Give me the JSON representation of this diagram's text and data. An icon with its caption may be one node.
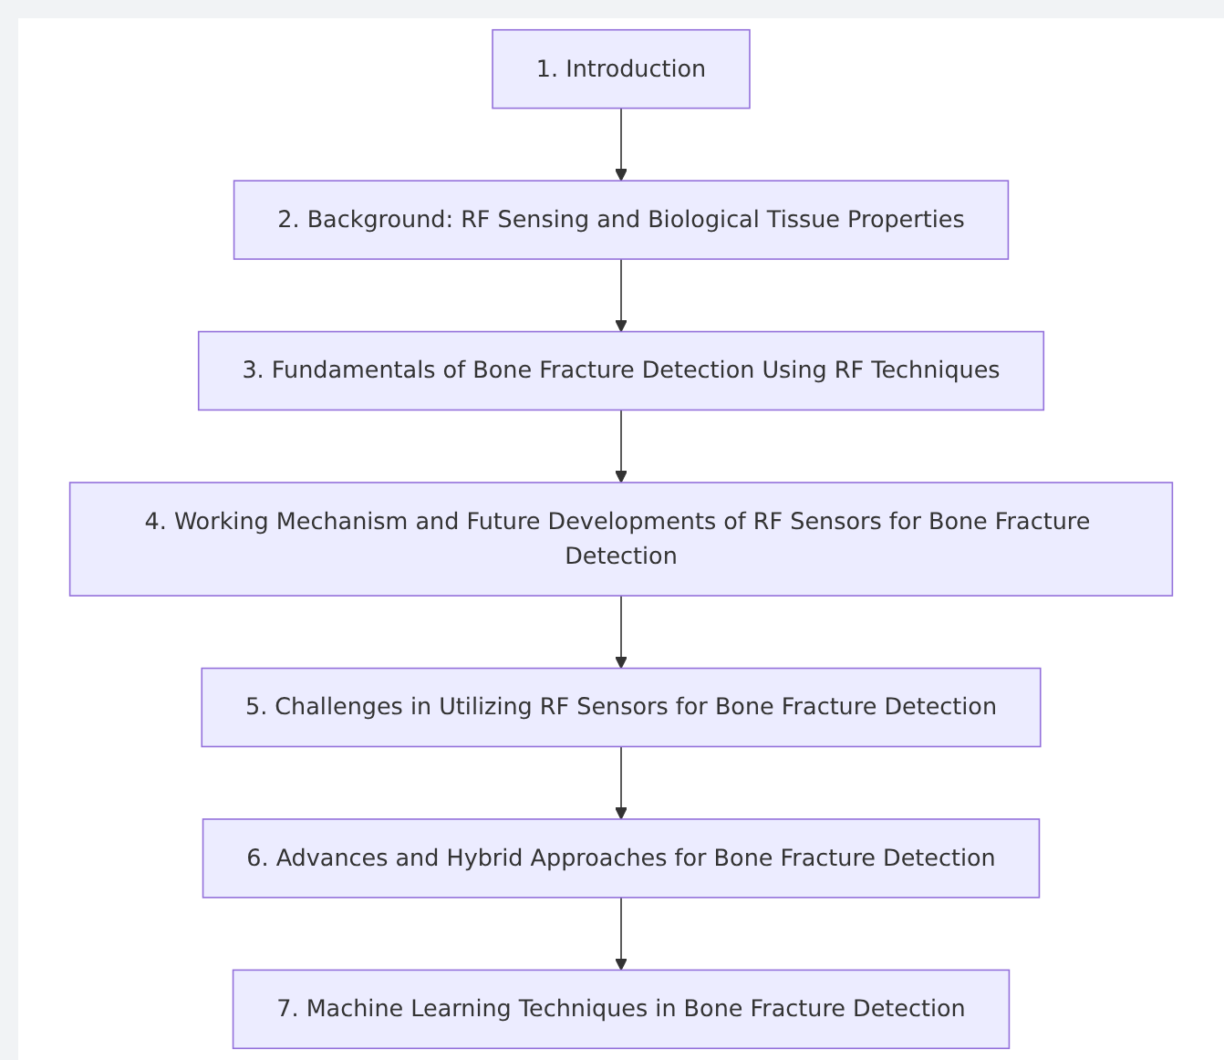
{
  "diagram": {
    "nodes": [
      {
        "text": [
          "1. Introduction"
        ]
      },
      {
        "text": [
          "2. Background: RF Sensing and Biological Tissue Properties"
        ]
      },
      {
        "text": [
          "3. Fundamentals of Bone Fracture Detection Using RF Techniques"
        ]
      },
      {
        "text": [
          "4. Working Mechanism and Future Developments of RF Sensors for Bone Fracture Detection"
        ]
      },
      {
        "text": [
          "5. Challenges in Utilizing RF Sensors for Bone Fracture Detection"
        ]
      },
      {
        "text": [
          "6. Advances and Hybrid Approaches for Bone Fracture Detection"
        ]
      },
      {
        "text": [
          "7. Machine Learning Techniques in Bone Fracture Detection"
        ]
      }
    ],
    "edges": [
      {
        "from": 0,
        "to": 1,
        "arrow": "to"
      },
      {
        "from": 1,
        "to": 2,
        "arrow": "to"
      },
      {
        "from": 2,
        "to": 3,
        "arrow": "to"
      },
      {
        "from": 3,
        "to": 4,
        "arrow": "to"
      },
      {
        "from": 4,
        "to": 5,
        "arrow": "to"
      },
      {
        "from": 5,
        "to": 6,
        "arrow": "to"
      }
    ]
  }
}
